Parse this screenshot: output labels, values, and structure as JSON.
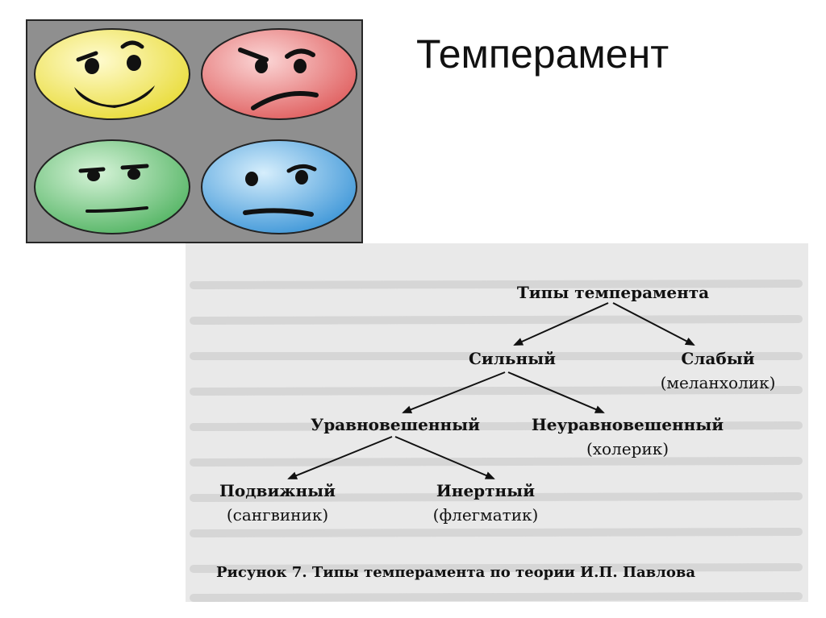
{
  "slide": {
    "title": "Темперамент"
  },
  "faces": [
    {
      "name": "yellow-face",
      "color": "#f2e85a"
    },
    {
      "name": "red-face",
      "color": "#e87272"
    },
    {
      "name": "green-face",
      "color": "#6cc27a"
    },
    {
      "name": "blue-face",
      "color": "#5aa9e2"
    }
  ],
  "diagram": {
    "root": "Типы темперамента",
    "strong": "Сильный",
    "weak": "Слабый",
    "weak_type": "(меланхолик)",
    "balanced": "Уравновешенный",
    "unbalanced": "Неуравновешенный",
    "unbalanced_type": "(холерик)",
    "mobile": "Подвижный",
    "mobile_type": "(сангвиник)",
    "inert": "Инертный",
    "inert_type": "(флегматик)",
    "caption": "Рисунок 7. Типы темперамента по теории И.П. Павлова"
  }
}
